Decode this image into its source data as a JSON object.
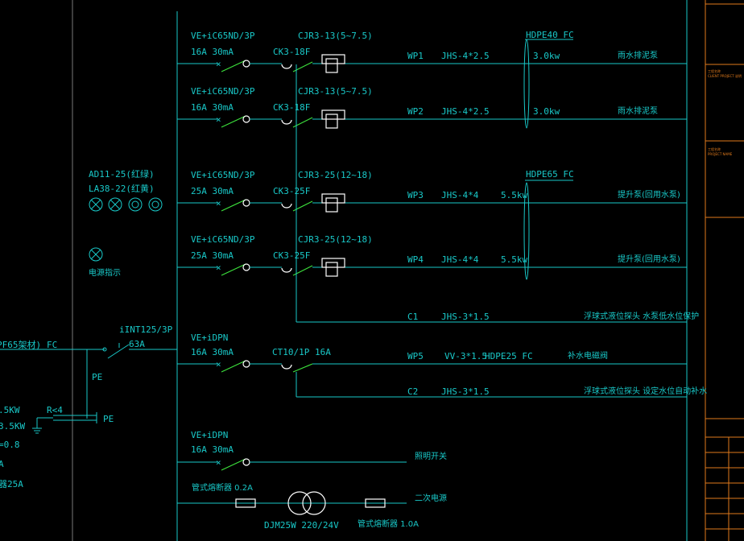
{
  "main_breaker": {
    "model": "iINT125/3P",
    "rating": "63A"
  },
  "incoming": {
    "cable": "PF65架材)",
    "conduit": "FC",
    "pe": "PE",
    "pe2": "PE"
  },
  "left_params": {
    "p1": ".5KW",
    "p2": "3.5KW",
    "p3": "=0.8",
    "p4": "A",
    "p5": "器25A",
    "earth": "R<4"
  },
  "indicators": {
    "meter": "AD11-25(红绿)",
    "lamp": "LA38-22(红黄)",
    "power_lamp": "电源指示"
  },
  "circuits": [
    {
      "breaker": "VE+iC65ND/3P",
      "rating": "16A 30mA",
      "contactor": "CK3-18F",
      "relay": "CJR3-13(5~7.5)",
      "circuit_id": "WP1",
      "cable": "JHS-4*2.5",
      "power": "3.0kw",
      "conduit": "HDPE40 FC",
      "load": "雨水排泥泵"
    },
    {
      "breaker": "VE+iC65ND/3P",
      "rating": "16A 30mA",
      "contactor": "CK3-18F",
      "relay": "CJR3-13(5~7.5)",
      "circuit_id": "WP2",
      "cable": "JHS-4*2.5",
      "power": "3.0kw",
      "conduit": "",
      "load": "雨水排泥泵"
    },
    {
      "breaker": "VE+iC65ND/3P",
      "rating": "25A 30mA",
      "contactor": "CK3-25F",
      "relay": "CJR3-25(12~18)",
      "circuit_id": "WP3",
      "cable": "JHS-4*4",
      "power": "5.5kw",
      "conduit": "HDPE65 FC",
      "load": "提升泵(回用水泵)"
    },
    {
      "breaker": "VE+iC65ND/3P",
      "rating": "25A 30mA",
      "contactor": "CK3-25F",
      "relay": "CJR3-25(12~18)",
      "circuit_id": "WP4",
      "cable": "JHS-4*4",
      "power": "5.5kw",
      "conduit": "",
      "load": "提升泵(回用水泵)"
    }
  ],
  "control_c1": {
    "circuit_id": "C1",
    "cable": "JHS-3*1.5",
    "load": "浮球式液位探头  水泵低水位保护"
  },
  "wp5": {
    "breaker": "VE+iDPN",
    "rating": "16A 30mA",
    "contactor": "CT10/1P 16A",
    "circuit_id": "WP5",
    "cable": "VV-3*1.5",
    "conduit": "HDPE25 FC",
    "load": "补水电磁阀"
  },
  "control_c2": {
    "circuit_id": "C2",
    "cable": "JHS-3*1.5",
    "load": "浮球式液位探头  设定水位自动补水"
  },
  "spare": {
    "breaker": "VE+iDPN",
    "rating": "16A 30mA",
    "load": "照明开关"
  },
  "secondary": {
    "fuse1": "管式熔断器 0.2A",
    "transformer": "DJM25W 220/24V",
    "fuse2": "管式熔断器 1.0A",
    "load": "二次电源"
  },
  "titleblock": {
    "a": "工程名称",
    "b": "CLIENT PROJECT 说明",
    "c": "工程名称",
    "d": "PROJECT NAME"
  }
}
